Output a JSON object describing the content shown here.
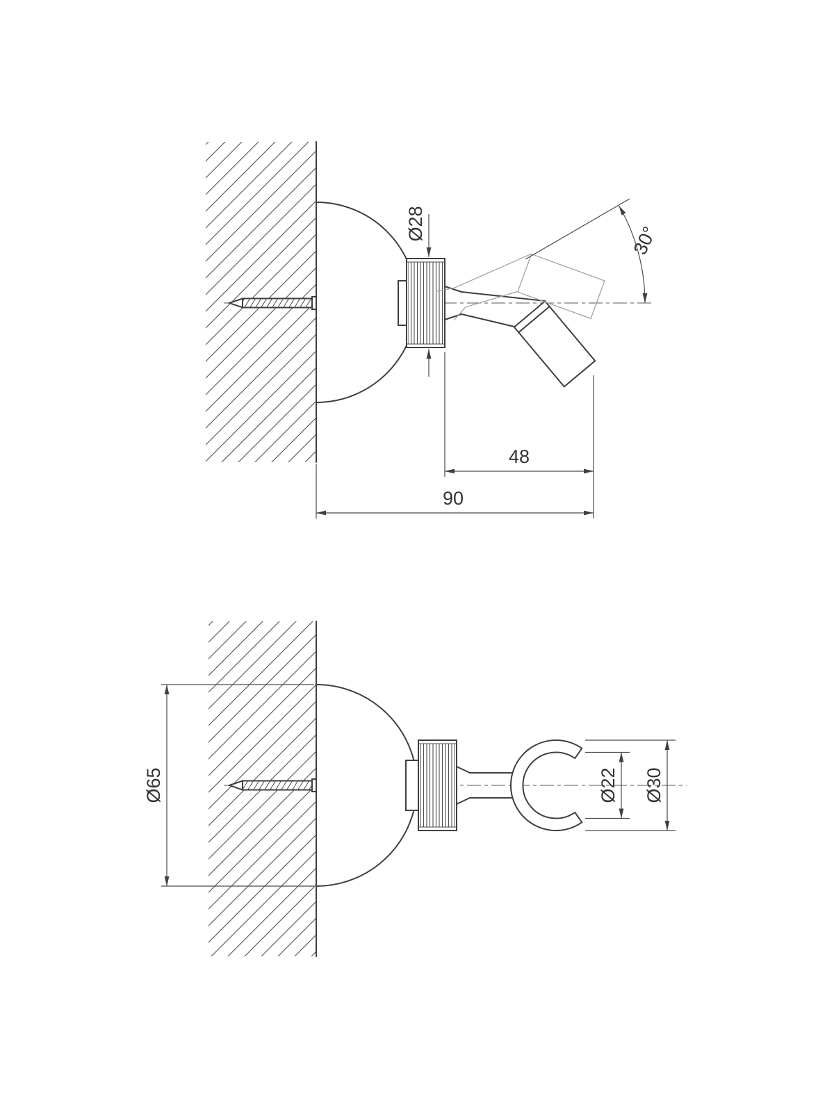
{
  "drawing": {
    "type": "technical-drawing",
    "subject": "Wall-mounted hand-shower holder, two-view dimensioned drawing",
    "background": "#ffffff",
    "line_color": "#3f3f3f",
    "views": {
      "side_view": {
        "name": "side elevation",
        "dimensions": {
          "collar_diameter": {
            "label": "Ø28",
            "value_mm": 28
          },
          "swivel_angle": {
            "label": "30°",
            "value_deg": 30
          },
          "holder_length": {
            "label": "48",
            "value_mm": 48
          },
          "overall_depth": {
            "label": "90",
            "value_mm": 90
          }
        }
      },
      "plan_view": {
        "name": "top view",
        "dimensions": {
          "wall_plate_diameter": {
            "label": "Ø65",
            "value_mm": 65
          },
          "cup_inner_diameter": {
            "label": "Ø22",
            "value_mm": 22
          },
          "cup_outer_diameter": {
            "label": "Ø30",
            "value_mm": 30
          }
        }
      }
    }
  }
}
